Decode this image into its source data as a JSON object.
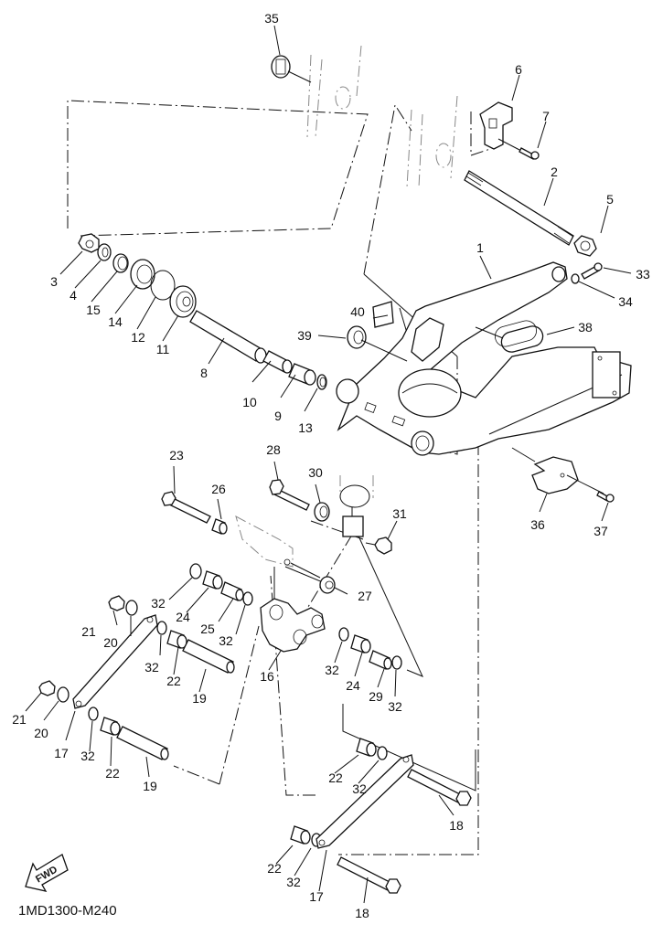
{
  "diagram": {
    "title": "Rear arm / suspension linkage exploded parts diagram",
    "drawing_code": "1MD1300-M240",
    "fwd_label": "FWD",
    "parts": [
      {
        "ref": "1",
        "name": "rear-arm"
      },
      {
        "ref": "2",
        "name": "pivot-shaft"
      },
      {
        "ref": "3",
        "name": "nut"
      },
      {
        "ref": "4",
        "name": "washer"
      },
      {
        "ref": "5",
        "name": "nut"
      },
      {
        "ref": "6",
        "name": "bracket"
      },
      {
        "ref": "7",
        "name": "bolt"
      },
      {
        "ref": "8",
        "name": "collar"
      },
      {
        "ref": "9",
        "name": "bearing"
      },
      {
        "ref": "10",
        "name": "collar"
      },
      {
        "ref": "11",
        "name": "bearing"
      },
      {
        "ref": "12",
        "name": "circlip"
      },
      {
        "ref": "13",
        "name": "oil-seal"
      },
      {
        "ref": "14",
        "name": "oil-seal"
      },
      {
        "ref": "15",
        "name": "collar"
      },
      {
        "ref": "16",
        "name": "arm-relay"
      },
      {
        "ref": "17",
        "name": "connecting-rod"
      },
      {
        "ref": "18",
        "name": "bolt"
      },
      {
        "ref": "19",
        "name": "collar"
      },
      {
        "ref": "20",
        "name": "washer"
      },
      {
        "ref": "21",
        "name": "nut"
      },
      {
        "ref": "22",
        "name": "bearing"
      },
      {
        "ref": "23",
        "name": "bolt"
      },
      {
        "ref": "24",
        "name": "bearing"
      },
      {
        "ref": "25",
        "name": "collar"
      },
      {
        "ref": "26",
        "name": "collar"
      },
      {
        "ref": "27",
        "name": "nut"
      },
      {
        "ref": "28",
        "name": "bolt"
      },
      {
        "ref": "29",
        "name": "collar"
      },
      {
        "ref": "30",
        "name": "collar"
      },
      {
        "ref": "31",
        "name": "nut"
      },
      {
        "ref": "32",
        "name": "oil-seal"
      },
      {
        "ref": "33",
        "name": "bolt"
      },
      {
        "ref": "34",
        "name": "washer"
      },
      {
        "ref": "35",
        "name": "cap"
      },
      {
        "ref": "36",
        "name": "cover"
      },
      {
        "ref": "37",
        "name": "screw"
      },
      {
        "ref": "38",
        "name": "protector"
      },
      {
        "ref": "39",
        "name": "oil-seal"
      },
      {
        "ref": "40",
        "name": "label"
      }
    ],
    "callouts": [
      {
        "text": "35"
      },
      {
        "text": "6"
      },
      {
        "text": "7"
      },
      {
        "text": "2"
      },
      {
        "text": "5"
      },
      {
        "text": "1"
      },
      {
        "text": "33"
      },
      {
        "text": "34"
      },
      {
        "text": "3"
      },
      {
        "text": "4"
      },
      {
        "text": "15"
      },
      {
        "text": "14"
      },
      {
        "text": "12"
      },
      {
        "text": "11"
      },
      {
        "text": "40"
      },
      {
        "text": "39"
      },
      {
        "text": "38"
      },
      {
        "text": "8"
      },
      {
        "text": "10"
      },
      {
        "text": "9"
      },
      {
        "text": "13"
      },
      {
        "text": "23"
      },
      {
        "text": "28"
      },
      {
        "text": "30"
      },
      {
        "text": "26"
      },
      {
        "text": "31"
      },
      {
        "text": "36"
      },
      {
        "text": "37"
      },
      {
        "text": "27"
      },
      {
        "text": "32"
      },
      {
        "text": "24"
      },
      {
        "text": "25"
      },
      {
        "text": "32"
      },
      {
        "text": "21"
      },
      {
        "text": "20"
      },
      {
        "text": "32"
      },
      {
        "text": "22"
      },
      {
        "text": "16"
      },
      {
        "text": "19"
      },
      {
        "text": "32"
      },
      {
        "text": "24"
      },
      {
        "text": "29"
      },
      {
        "text": "32"
      },
      {
        "text": "21"
      },
      {
        "text": "20"
      },
      {
        "text": "17"
      },
      {
        "text": "32"
      },
      {
        "text": "22"
      },
      {
        "text": "19"
      },
      {
        "text": "22"
      },
      {
        "text": "32"
      },
      {
        "text": "18"
      },
      {
        "text": "22"
      },
      {
        "text": "32"
      },
      {
        "text": "17"
      },
      {
        "text": "18"
      }
    ]
  }
}
